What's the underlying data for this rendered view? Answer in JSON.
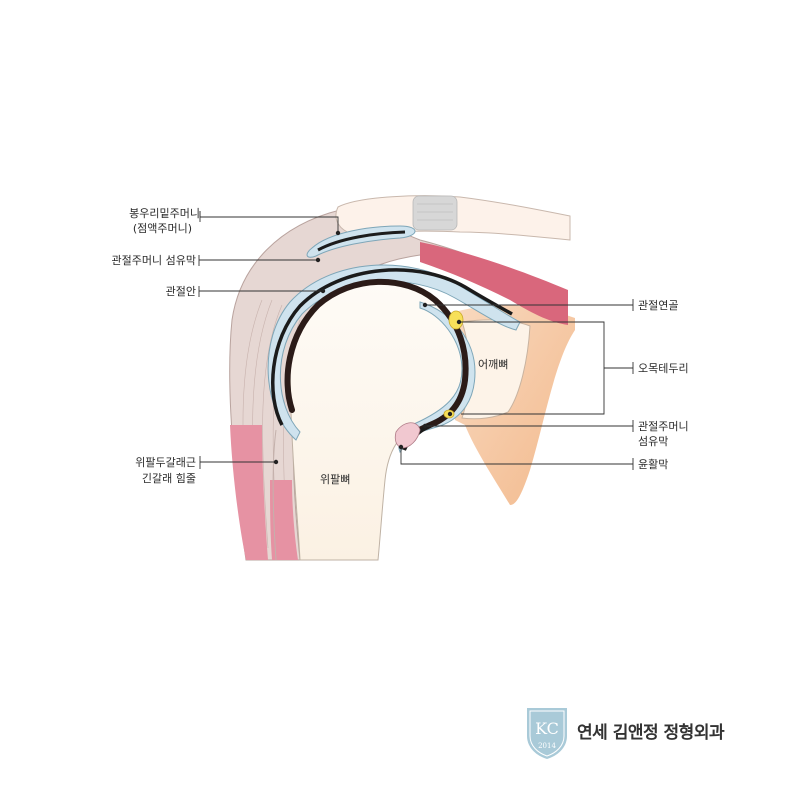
{
  "labels": {
    "subacromial_bursa_1": "봉우리밑주머니",
    "subacromial_bursa_2": "(점액주머니)",
    "joint_capsule_fibrous": "관절주머니 섬유막",
    "joint_cavity": "관절안",
    "articular_cartilage": "관절연골",
    "glenoid_labrum": "오목테두리",
    "joint_capsule_fibrous_lower_1": "관절주머니",
    "joint_capsule_fibrous_lower_2": "섬유막",
    "synovial_membrane": "윤활막",
    "biceps_tendon_1": "위팔두갈래근",
    "biceps_tendon_2": "긴갈래 힘줄",
    "scapula": "어깨뼈",
    "humerus": "위팔뼈"
  },
  "logo": {
    "initials": "KC",
    "year": "2014",
    "name": "연세 김앤정 정형외과"
  },
  "colors": {
    "bone": "#fdf7ef",
    "muscle_tan": "#e3d3cf",
    "muscle_red": "#d45a72",
    "capsule": "#cfe3ee",
    "cartilage_dark": "#2b1b18",
    "shoulder_peach": "#f5c9a6",
    "logo_shield": "#a9cad8"
  }
}
